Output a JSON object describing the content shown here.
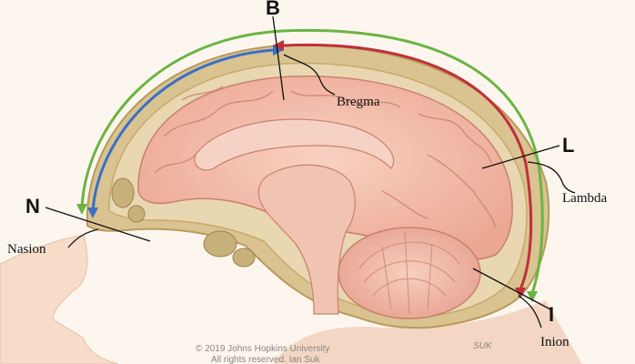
{
  "diagram": {
    "landmarks": {
      "B": {
        "letter": "B",
        "name": "Bregma"
      },
      "L": {
        "letter": "L",
        "name": "Lambda"
      },
      "N": {
        "letter": "N",
        "name": "Nasion"
      },
      "I": {
        "letter": "I",
        "name": "Inion"
      }
    },
    "copyright_line1": "© 2019 Johns Hopkins University",
    "copyright_line2": "All rights reserved. Ian Suk",
    "signature": "SUK",
    "colors": {
      "green_arc": "#6bb443",
      "blue_arc": "#3b6fc4",
      "red_arc": "#c0303a",
      "skin": "#f7dcc8",
      "brain": "#f2b9a6",
      "bone": "#d9c391"
    }
  }
}
